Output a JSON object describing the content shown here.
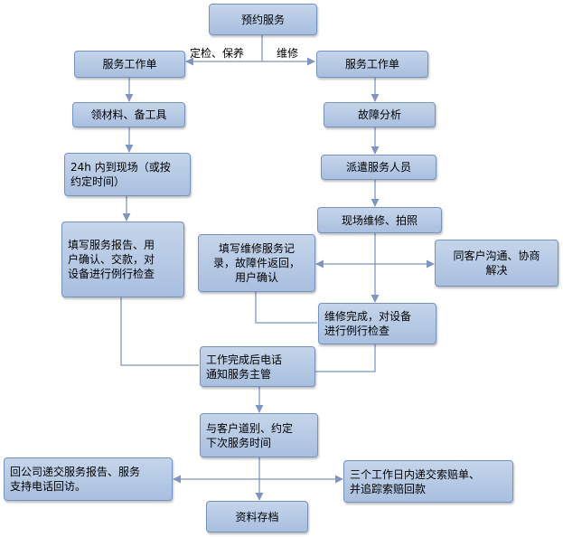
{
  "nodes": {
    "booking": "预约服务",
    "order_left": "服务工作单",
    "order_right": "服务工作单",
    "materials": "领材料、备工具",
    "fault_analysis": "故障分析",
    "arrive": "24h 内到现场（或按\n约定时间）",
    "dispatch": "派遣服务人员",
    "repair_photo": "现场维修、拍照",
    "fill_report": "填写服务报告、用\n户确认、交款，对\n设备进行例行检查",
    "fill_repair": "填写维修服务记\n录，故障件返回，\n用户确认",
    "negotiate": "同客户沟通、协商\n解决",
    "repair_done": "维修完成，对设备\n进行例行检查",
    "notify": "工作完成后电话\n通知服务主管",
    "farewell": "与客户道别、约定\n下次服务时间",
    "submit": "回公司递交服务报告、服务\n支持电话回访。",
    "claim": "三个工作日内递交索赔单、\n并追踪索赔回款",
    "archive": "资料存档"
  },
  "edge_labels": {
    "inspect": "定检、保养",
    "repair": "维修"
  },
  "colors": {
    "node_fill": "#b7cae6",
    "node_border": "#7592c2",
    "connector": "#7f95c0"
  }
}
